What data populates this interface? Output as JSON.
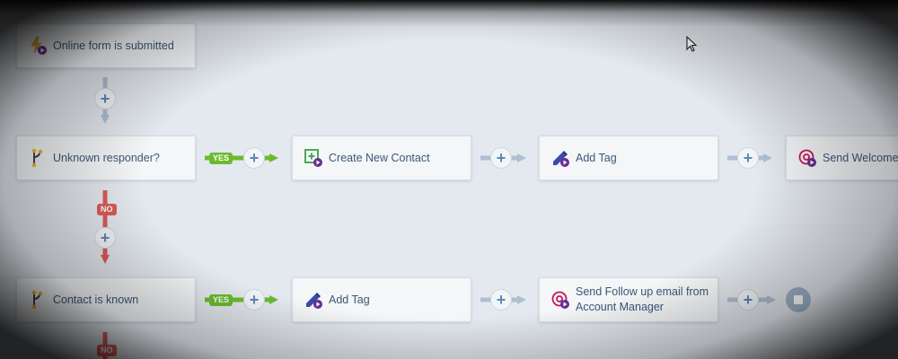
{
  "workflow": {
    "trigger": {
      "label": "Online form is submitted",
      "icon": "lightning-icon"
    },
    "row1": {
      "condition": {
        "label": "Unknown responder?",
        "icon": "branch-icon"
      },
      "yes_label": "YES",
      "no_label": "NO",
      "steps": [
        {
          "label": "Create New Contact",
          "icon": "add-contact-icon"
        },
        {
          "label": "Add Tag",
          "icon": "pencil-icon"
        },
        {
          "label": "Send Welcome E",
          "icon": "email-at-icon"
        }
      ]
    },
    "row2": {
      "condition": {
        "label": "Contact is known",
        "icon": "branch-icon"
      },
      "yes_label": "YES",
      "no_label": "NO",
      "steps": [
        {
          "label": "Add Tag",
          "icon": "pencil-icon"
        },
        {
          "label_line1": "Send Follow up email from",
          "label_line2": "Account Manager",
          "icon": "email-at-icon"
        }
      ]
    },
    "add_symbol": "+",
    "colors": {
      "yes": "#6cbb2f",
      "no": "#dd5a5a",
      "connector": "#aebfd1",
      "text": "#3b5878",
      "play_badge": "#6a2c91"
    }
  }
}
